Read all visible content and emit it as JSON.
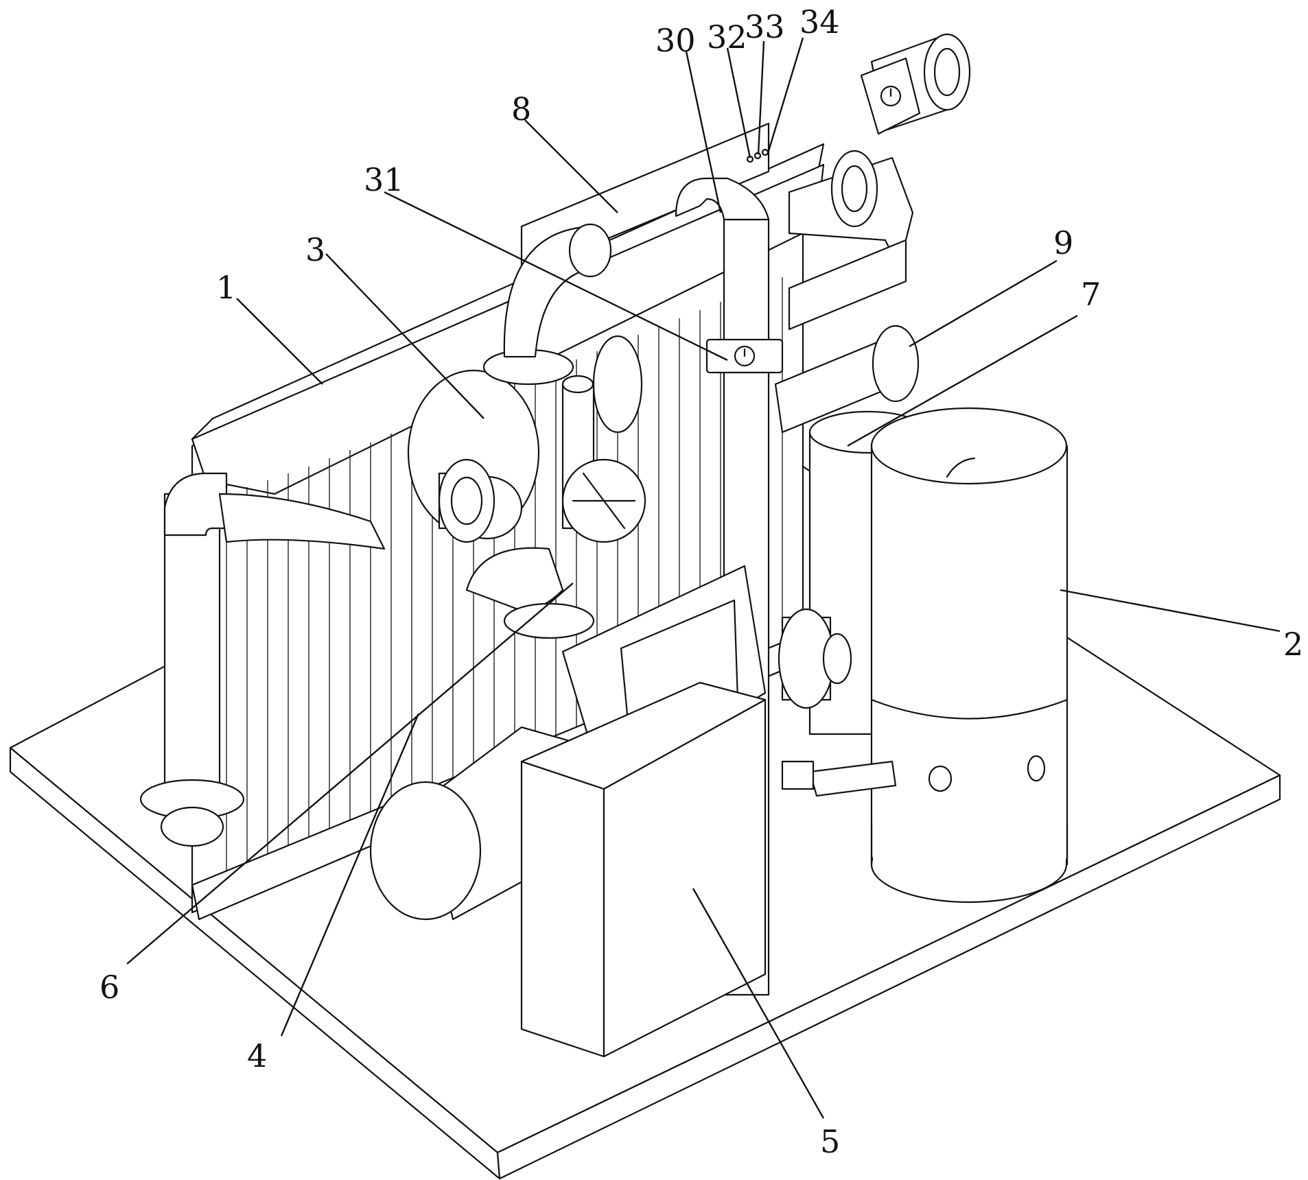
{
  "labels": {
    "l1": "1",
    "l2": "2",
    "l3": "3",
    "l4": "4",
    "l5": "5",
    "l6": "6",
    "l7": "7",
    "l8": "8",
    "l9": "9",
    "l30": "30",
    "l31": "31",
    "l32": "32",
    "l33": "33",
    "l34": "34"
  },
  "colors": {
    "line": "#111111",
    "background": "#ffffff"
  }
}
